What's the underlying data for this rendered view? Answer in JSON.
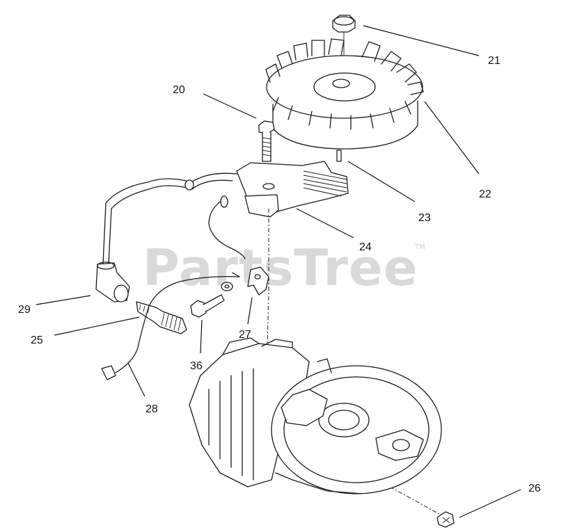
{
  "watermark": {
    "text": "PartsTree",
    "trademark": "TM"
  },
  "callouts": [
    {
      "id": "21",
      "label": "21"
    },
    {
      "id": "20",
      "label": "20"
    },
    {
      "id": "22",
      "label": "22"
    },
    {
      "id": "23",
      "label": "23"
    },
    {
      "id": "24",
      "label": "24"
    },
    {
      "id": "29",
      "label": "29"
    },
    {
      "id": "25",
      "label": "25"
    },
    {
      "id": "27",
      "label": "27"
    },
    {
      "id": "36",
      "label": "36"
    },
    {
      "id": "28",
      "label": "28"
    },
    {
      "id": "26",
      "label": "26"
    }
  ]
}
